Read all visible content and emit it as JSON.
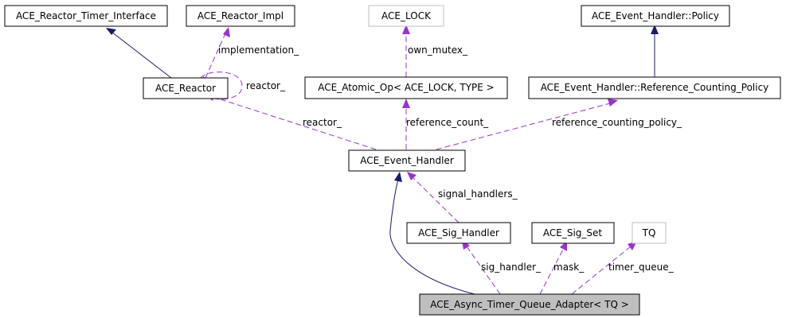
{
  "colors": {
    "inheritance": "#191970",
    "usage": "#9a32cd",
    "highlight_fill": "#bfbfbf",
    "muted_border": "#bfbfbf"
  },
  "nodes": {
    "reactor_timer_interface": "ACE_Reactor_Timer_Interface",
    "reactor_impl": "ACE_Reactor_Impl",
    "ace_lock": "ACE_LOCK",
    "policy": "ACE_Event_Handler::Policy",
    "reactor": "ACE_Reactor",
    "atomic_op": "ACE_Atomic_Op< ACE_LOCK, TYPE >",
    "ref_counting_policy": "ACE_Event_Handler::Reference_Counting_Policy",
    "event_handler": "ACE_Event_Handler",
    "sig_handler": "ACE_Sig_Handler",
    "sig_set": "ACE_Sig_Set",
    "tq": "TQ",
    "adapter": "ACE_Async_Timer_Queue_Adapter< TQ >"
  },
  "edge_labels": {
    "implementation": "implementation_",
    "own_mutex": "own_mutex_",
    "reactor_self": "reactor_",
    "reactor": "reactor_",
    "reference_count": "reference_count_",
    "reference_counting_policy": "reference_counting_policy_",
    "signal_handlers": "signal_handlers_",
    "sig_handler": "sig_handler_",
    "mask": "mask_",
    "timer_queue": "timer_queue_"
  }
}
